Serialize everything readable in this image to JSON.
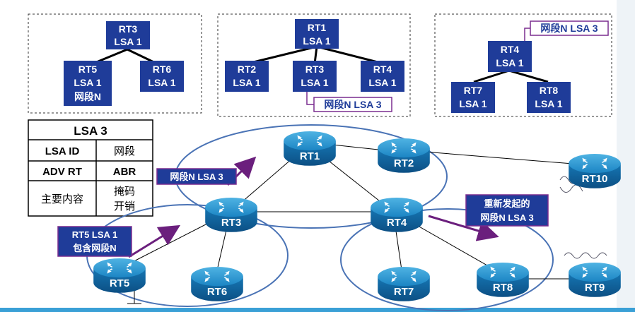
{
  "trees": {
    "left": {
      "root": [
        "RT3",
        "LSA 1"
      ],
      "children": [
        [
          "RT5",
          "LSA 1",
          "网段N"
        ],
        [
          "RT6",
          "LSA 1"
        ]
      ]
    },
    "middle": {
      "root": [
        "RT1",
        "LSA 1"
      ],
      "children": [
        [
          "RT2",
          "LSA 1"
        ],
        [
          "RT3",
          "LSA 1"
        ],
        [
          "RT4",
          "LSA 1"
        ]
      ],
      "tag": "网段N LSA 3"
    },
    "right": {
      "root": [
        "RT4",
        "LSA 1"
      ],
      "children": [
        [
          "RT7",
          "LSA 1"
        ],
        [
          "RT8",
          "LSA 1"
        ]
      ],
      "tag": "网段N LSA 3"
    }
  },
  "lsa_table": {
    "title": "LSA 3",
    "rows": [
      [
        "LSA ID",
        "网段"
      ],
      [
        "ADV RT",
        "ABR"
      ],
      [
        "主要内容",
        "掩码",
        "开销"
      ]
    ]
  },
  "routers": [
    "RT1",
    "RT2",
    "RT3",
    "RT4",
    "RT5",
    "RT6",
    "RT7",
    "RT8",
    "RT9",
    "RT10"
  ],
  "callouts": {
    "rt3_lsa3": "网段N LSA 3",
    "rt5_lsa1": [
      "RT5 LSA 1",
      "包含网段N"
    ],
    "rt4_regen": [
      "重新发起的",
      "网段N LSA 3"
    ]
  },
  "colors": {
    "box_fill": "#1f3c99",
    "router_blue": "#1683c2",
    "callout_border": "#7a2d8f",
    "area_ring": "#4a73b5"
  }
}
